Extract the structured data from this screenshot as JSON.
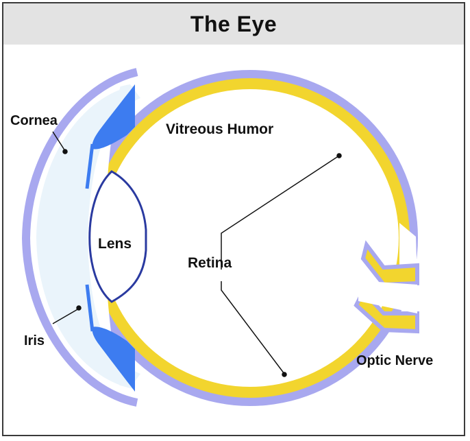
{
  "title": "The Eye",
  "labels": {
    "cornea": "Cornea",
    "iris": "Iris",
    "lens": "Lens",
    "vitreous_humor": "Vitreous Humor",
    "retina": "Retina",
    "optic_nerve": "Optic Nerve"
  },
  "colors": {
    "sclera": "#a8a8ef",
    "retina": "#f2d52e",
    "cornea_fill": "#eaf4fb",
    "iris": "#3d7cf0",
    "lens_outline": "#2a3aa0",
    "leader": "#111111",
    "title_bar": "#e3e3e3"
  }
}
